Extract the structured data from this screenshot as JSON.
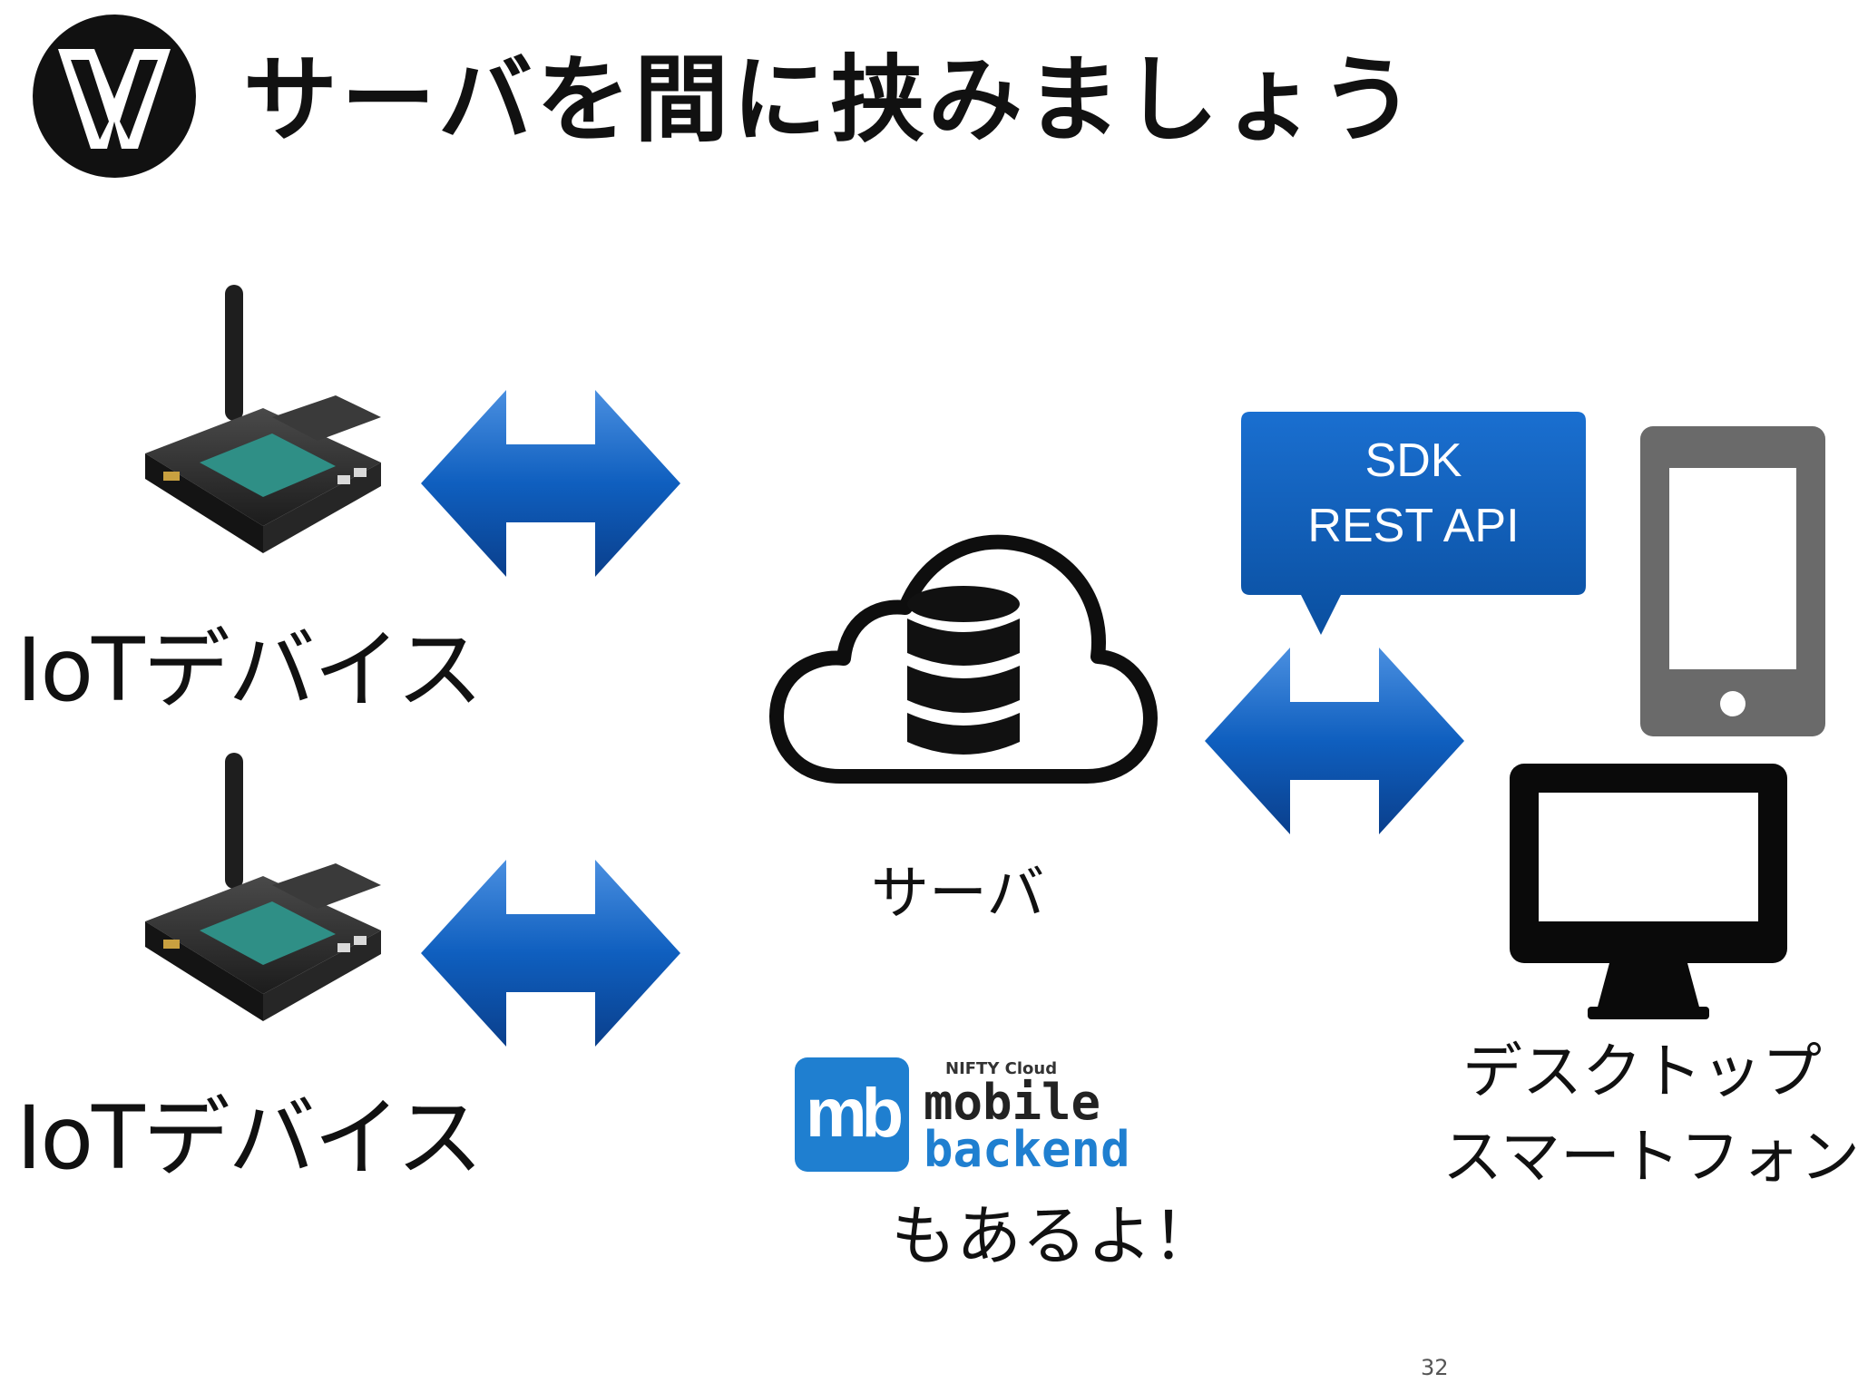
{
  "slide": {
    "title": "サーバを間に挟みましょう",
    "page_number": "32"
  },
  "devices": {
    "top_label": "IoTデバイス",
    "bottom_label": "IoTデバイス"
  },
  "server": {
    "label": "サーバ"
  },
  "callout": {
    "line1": "SDK",
    "line2": "REST API"
  },
  "clients": {
    "label_line1": "デスクトップ",
    "label_line2": "スマートフォン"
  },
  "mbaas": {
    "logo_small": "NIFTY Cloud",
    "logo_line1": "mobile",
    "logo_line2": "backend",
    "logo_badge": "mb",
    "caption": "もあるよ！"
  },
  "colors": {
    "arrow_blue": "#0d5bb5",
    "callout_blue": "#0b5cb4",
    "device_gray": "#6a6a6a",
    "logo_blue": "#1f7fd0"
  }
}
